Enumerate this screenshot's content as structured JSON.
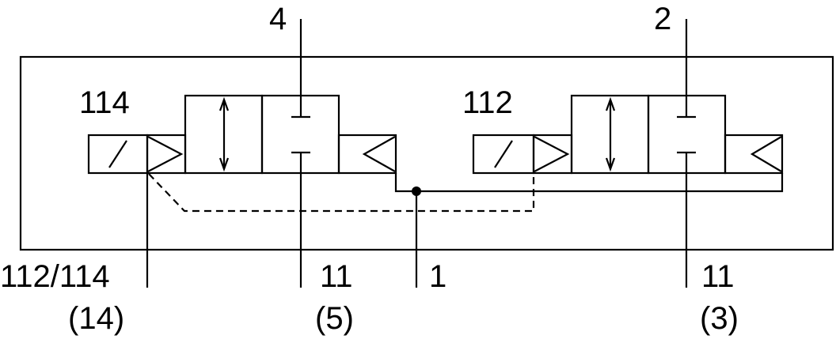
{
  "diagram": {
    "port_top_left": "4",
    "port_top_right": "2",
    "solenoid_left": "114",
    "solenoid_right": "112",
    "pilot_port": "112/114",
    "pilot_port_alt": "(14)",
    "exhaust_left": "11",
    "exhaust_left_alt": "(5)",
    "supply_port": "1",
    "exhaust_right": "11",
    "exhaust_right_alt": "(3)"
  },
  "colors": {
    "stroke": "#000000",
    "background": "#ffffff"
  }
}
